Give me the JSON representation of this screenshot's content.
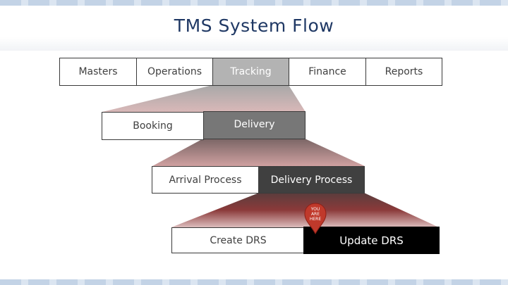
{
  "title": "TMS System Flow",
  "tiers": {
    "level1": [
      "Masters",
      "Operations",
      "Tracking",
      "Finance",
      "Reports"
    ],
    "level2": [
      "Booking",
      "Delivery"
    ],
    "level3": [
      "Arrival Process",
      "Delivery Process"
    ],
    "level4": [
      "Create DRS",
      "Update DRS"
    ]
  },
  "selected": {
    "level1": "Tracking",
    "level2": "Delivery",
    "level3": "Delivery Process",
    "level4": "Update DRS"
  },
  "marker": {
    "line1": "YOU",
    "line2": "ARE",
    "line3": "HERE",
    "color": "#c0392b"
  },
  "colors": {
    "title": "#1f3864",
    "funnel": "#8b1a1a",
    "stripe": "#c3d3e6"
  }
}
